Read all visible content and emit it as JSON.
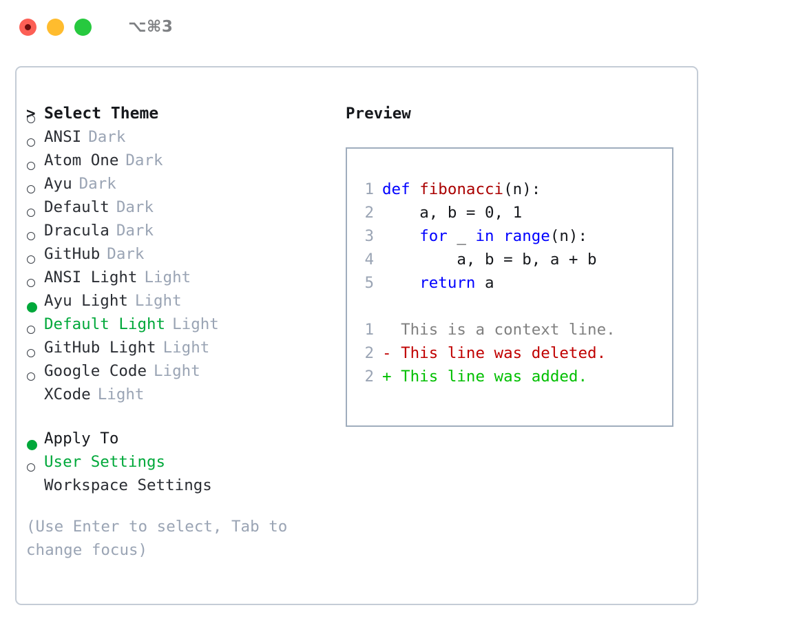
{
  "titlebar": {
    "buttons": [
      {
        "name": "close",
        "color": "#fc5f55"
      },
      {
        "name": "minimize",
        "color": "#ffbc2e"
      },
      {
        "name": "maximize",
        "color": "#27c93f"
      }
    ],
    "shortcut": "⌥⌘3"
  },
  "theme_picker": {
    "heading_marker": ">",
    "heading": "Select Theme",
    "marker_unselected": "○",
    "marker_selected": "●",
    "items": [
      {
        "marker": "○",
        "name": "ANSI",
        "category": "Dark",
        "selected": false
      },
      {
        "marker": "○",
        "name": "Atom One",
        "category": "Dark",
        "selected": false
      },
      {
        "marker": "○",
        "name": "Ayu",
        "category": "Dark",
        "selected": false
      },
      {
        "marker": "○",
        "name": "Default",
        "category": "Dark",
        "selected": false
      },
      {
        "marker": "○",
        "name": "Dracula",
        "category": "Dark",
        "selected": false
      },
      {
        "marker": "○",
        "name": "GitHub",
        "category": "Dark",
        "selected": false
      },
      {
        "marker": "○",
        "name": "ANSI Light",
        "category": "Light",
        "selected": false
      },
      {
        "marker": "○",
        "name": "Ayu Light",
        "category": "Light",
        "selected": false
      },
      {
        "marker": "●",
        "name": "Default Light",
        "category": "Light",
        "selected": true
      },
      {
        "marker": "○",
        "name": "GitHub Light",
        "category": "Light",
        "selected": false
      },
      {
        "marker": "○",
        "name": "Google Code",
        "category": "Light",
        "selected": false
      },
      {
        "marker": "○",
        "name": "XCode",
        "category": "Light",
        "selected": false
      }
    ]
  },
  "apply_to": {
    "label": "Apply To",
    "options": [
      {
        "marker": "●",
        "name": "User Settings",
        "selected": true
      },
      {
        "marker": "○",
        "name": "Workspace Settings",
        "selected": false
      }
    ]
  },
  "hint": "(Use Enter to select, Tab to change focus)",
  "preview": {
    "title": "Preview",
    "code_lines": [
      {
        "num": "1",
        "indent": "",
        "parts": [
          {
            "t": "def ",
            "c": "kw"
          },
          {
            "t": "fibonacci",
            "c": "fn"
          },
          {
            "t": "(n):",
            "c": "txt"
          }
        ]
      },
      {
        "num": "2",
        "indent": "    ",
        "parts": [
          {
            "t": "a, b = 0, 1",
            "c": "txt"
          }
        ]
      },
      {
        "num": "3",
        "indent": "    ",
        "parts": [
          {
            "t": "for ",
            "c": "kw"
          },
          {
            "t": "_ ",
            "c": "txt"
          },
          {
            "t": "in ",
            "c": "kw"
          },
          {
            "t": "range",
            "c": "kw"
          },
          {
            "t": "(n):",
            "c": "txt"
          }
        ]
      },
      {
        "num": "4",
        "indent": "        ",
        "parts": [
          {
            "t": "a, b = b, a + b",
            "c": "txt"
          }
        ]
      },
      {
        "num": "5",
        "indent": "    ",
        "parts": [
          {
            "t": "return ",
            "c": "kw"
          },
          {
            "t": "a",
            "c": "txt"
          }
        ]
      }
    ],
    "diff_lines": [
      {
        "num": "1",
        "marker": "  ",
        "text": "This is a context line.",
        "c": "ctx"
      },
      {
        "num": "2",
        "marker": "- ",
        "text": "This line was deleted.",
        "c": "del"
      },
      {
        "num": "2",
        "marker": "+ ",
        "text": "This line was added.",
        "c": "add"
      }
    ]
  },
  "colors": {
    "accent_green": "#00a83a",
    "muted": "#9aa4b4",
    "keyword": "#0000ff",
    "function": "#aa0000",
    "diff_deleted": "#c00000",
    "diff_added": "#00bf00",
    "panel_border": "#c4ccd6",
    "preview_border": "#9fadbd"
  }
}
